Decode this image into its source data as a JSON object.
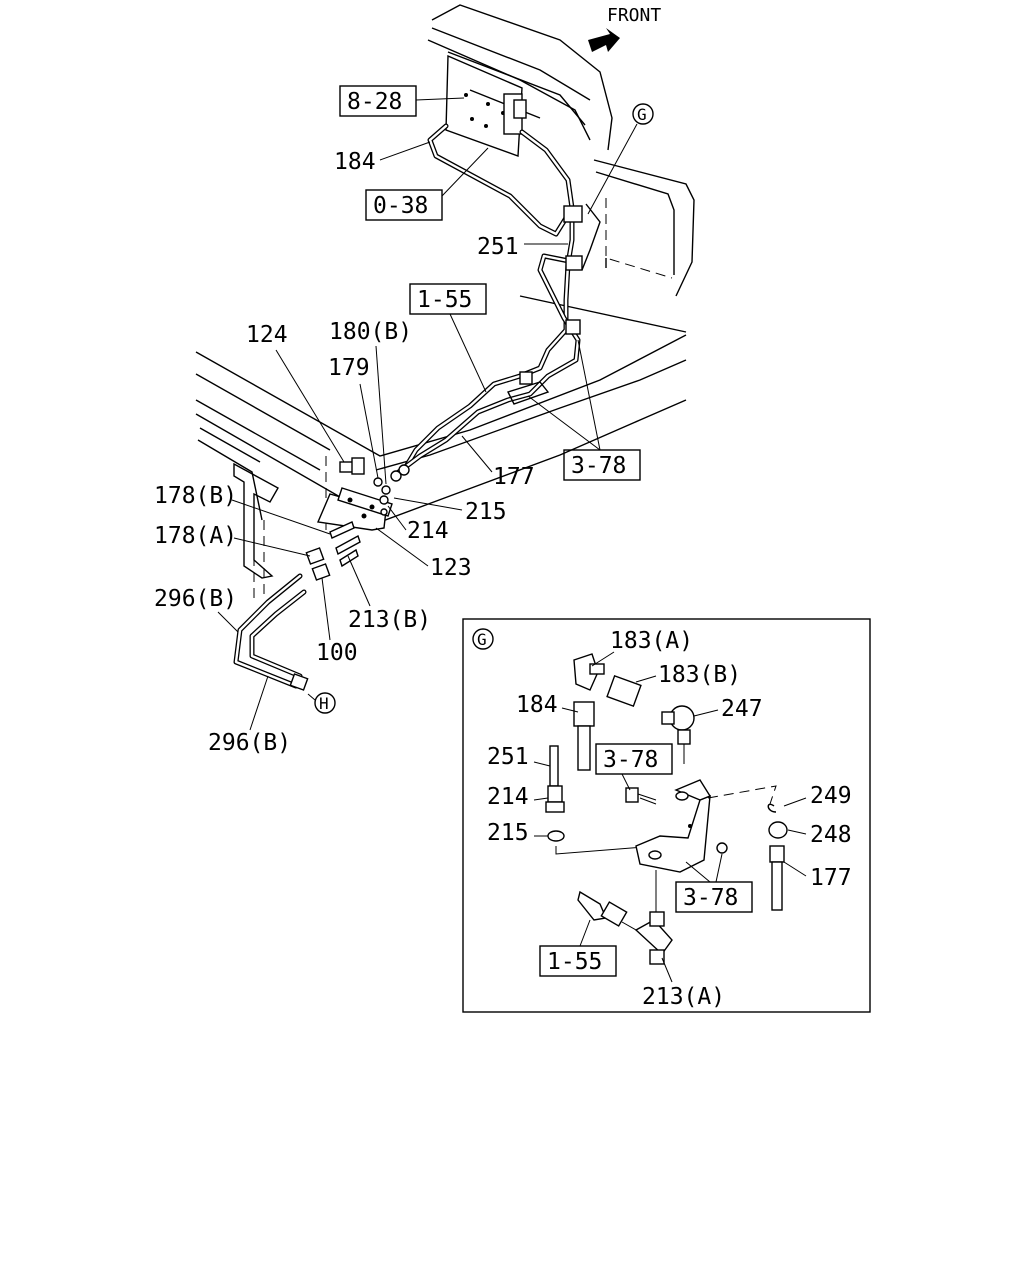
{
  "front_label": "FRONT",
  "detail_marker": "G",
  "hose_marker": "H",
  "main_view": {
    "references": {
      "r_8_28": "8-28",
      "r_0_38": "0-38",
      "r_1_55": "1-55",
      "r_3_78": "3-78"
    },
    "labels": {
      "p184": "184",
      "p251": "251",
      "p124": "124",
      "p180b": "180(B)",
      "p179": "179",
      "p177": "177",
      "p215": "215",
      "p214": "214",
      "p178b": "178(B)",
      "p178a": "178(A)",
      "p123": "123",
      "p296b_top": "296(B)",
      "p213b": "213(B)",
      "p100": "100",
      "p296b_bottom": "296(B)"
    }
  },
  "detail_view": {
    "references": {
      "r_3_78_top": "3-78",
      "r_3_78_bottom": "3-78",
      "r_1_55": "1-55"
    },
    "labels": {
      "p183a": "183(A)",
      "p183b": "183(B)",
      "p184": "184",
      "p247": "247",
      "p251": "251",
      "p214": "214",
      "p215": "215",
      "p249": "249",
      "p248": "248",
      "p177": "177",
      "p213a": "213(A)"
    }
  }
}
